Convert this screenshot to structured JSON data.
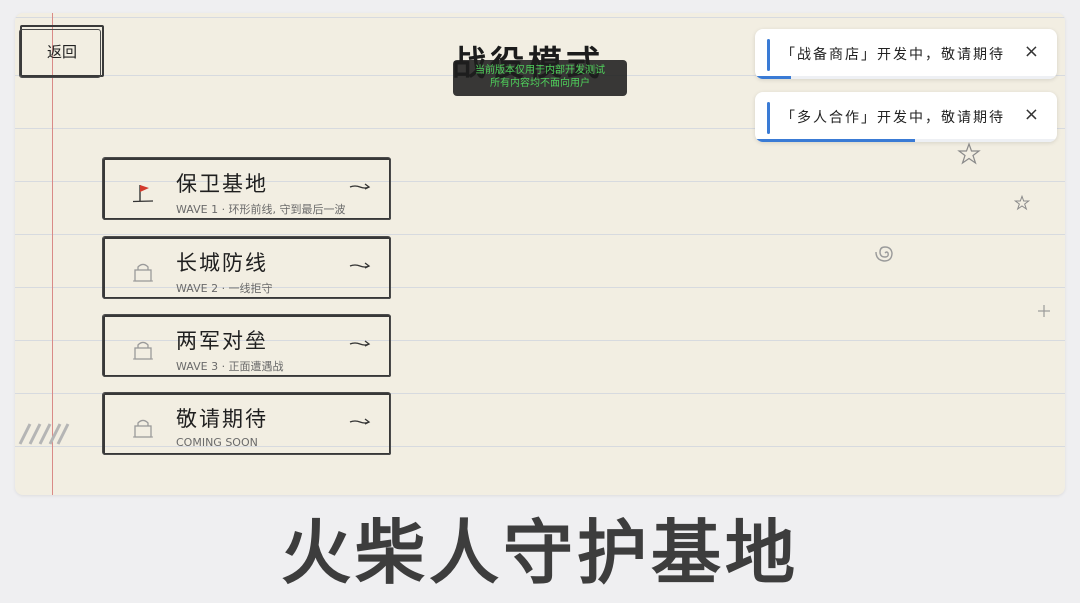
{
  "header": {
    "back_label": "返回",
    "title": "战役模式",
    "dev_notice": [
      "当前版本仅用于内部开发测试",
      "所有内容均不面向用户"
    ]
  },
  "toasts": [
    {
      "message": "「战备商店」开发中，敬请期待",
      "close": "×",
      "progress": 0.12
    },
    {
      "message": "「多人合作」开发中，敬请期待",
      "close": "×",
      "progress": 0.53
    }
  ],
  "modes": [
    {
      "name": "保卫基地",
      "subtitle": "WAVE 1 · 环形前线, 守到最后一波",
      "icon": "flag-icon"
    },
    {
      "name": "长城防线",
      "subtitle": "WAVE 2 · 一线拒守",
      "icon": "lock-icon"
    },
    {
      "name": "两军对垒",
      "subtitle": "WAVE 3 · 正面遭遇战",
      "icon": "lock-icon"
    },
    {
      "name": "敬请期待",
      "subtitle": "COMING SOON",
      "icon": "lock-icon"
    }
  ],
  "caption": "火柴人守护基地",
  "colors": {
    "accent": "#3a7bd5",
    "notice_text": "#4fd15b",
    "flag": "#d33a2c"
  }
}
